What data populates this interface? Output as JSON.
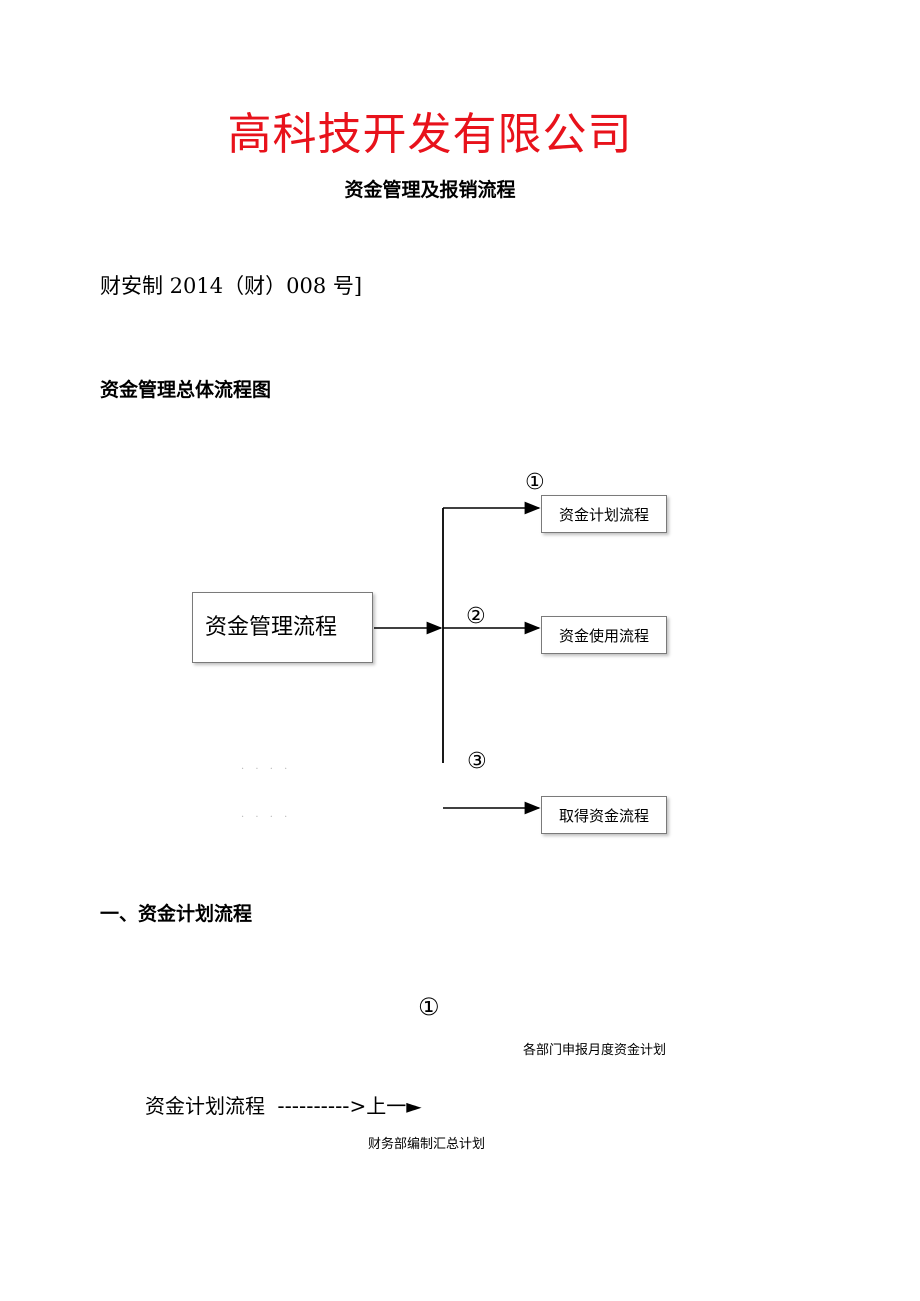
{
  "header": {
    "company": "高科技开发有限公司",
    "subtitle": "资金管理及报销流程"
  },
  "doc_number": "财安制 2014（财）008 号]",
  "overview": {
    "heading": "资金管理总体流程图",
    "main_box": "资金管理流程",
    "branches": [
      {
        "num": "①",
        "label": "资金计划流程"
      },
      {
        "num": "②",
        "label": "资金使用流程"
      },
      {
        "num": "③",
        "label": "取得资金流程"
      }
    ],
    "dots": [
      "· · · ·",
      "· · · ·"
    ]
  },
  "section1": {
    "heading": "一、资金计划流程",
    "circle": "①",
    "step_top": "各部门申报月度资金计划",
    "flow_label": "资金计划流程",
    "flow_arrow": "---------->上一►",
    "step_bottom": "财务部编制汇总计划"
  },
  "colors": {
    "title_red": "#e8121b",
    "line": "#000000",
    "box_border": "#7a7a7a"
  }
}
